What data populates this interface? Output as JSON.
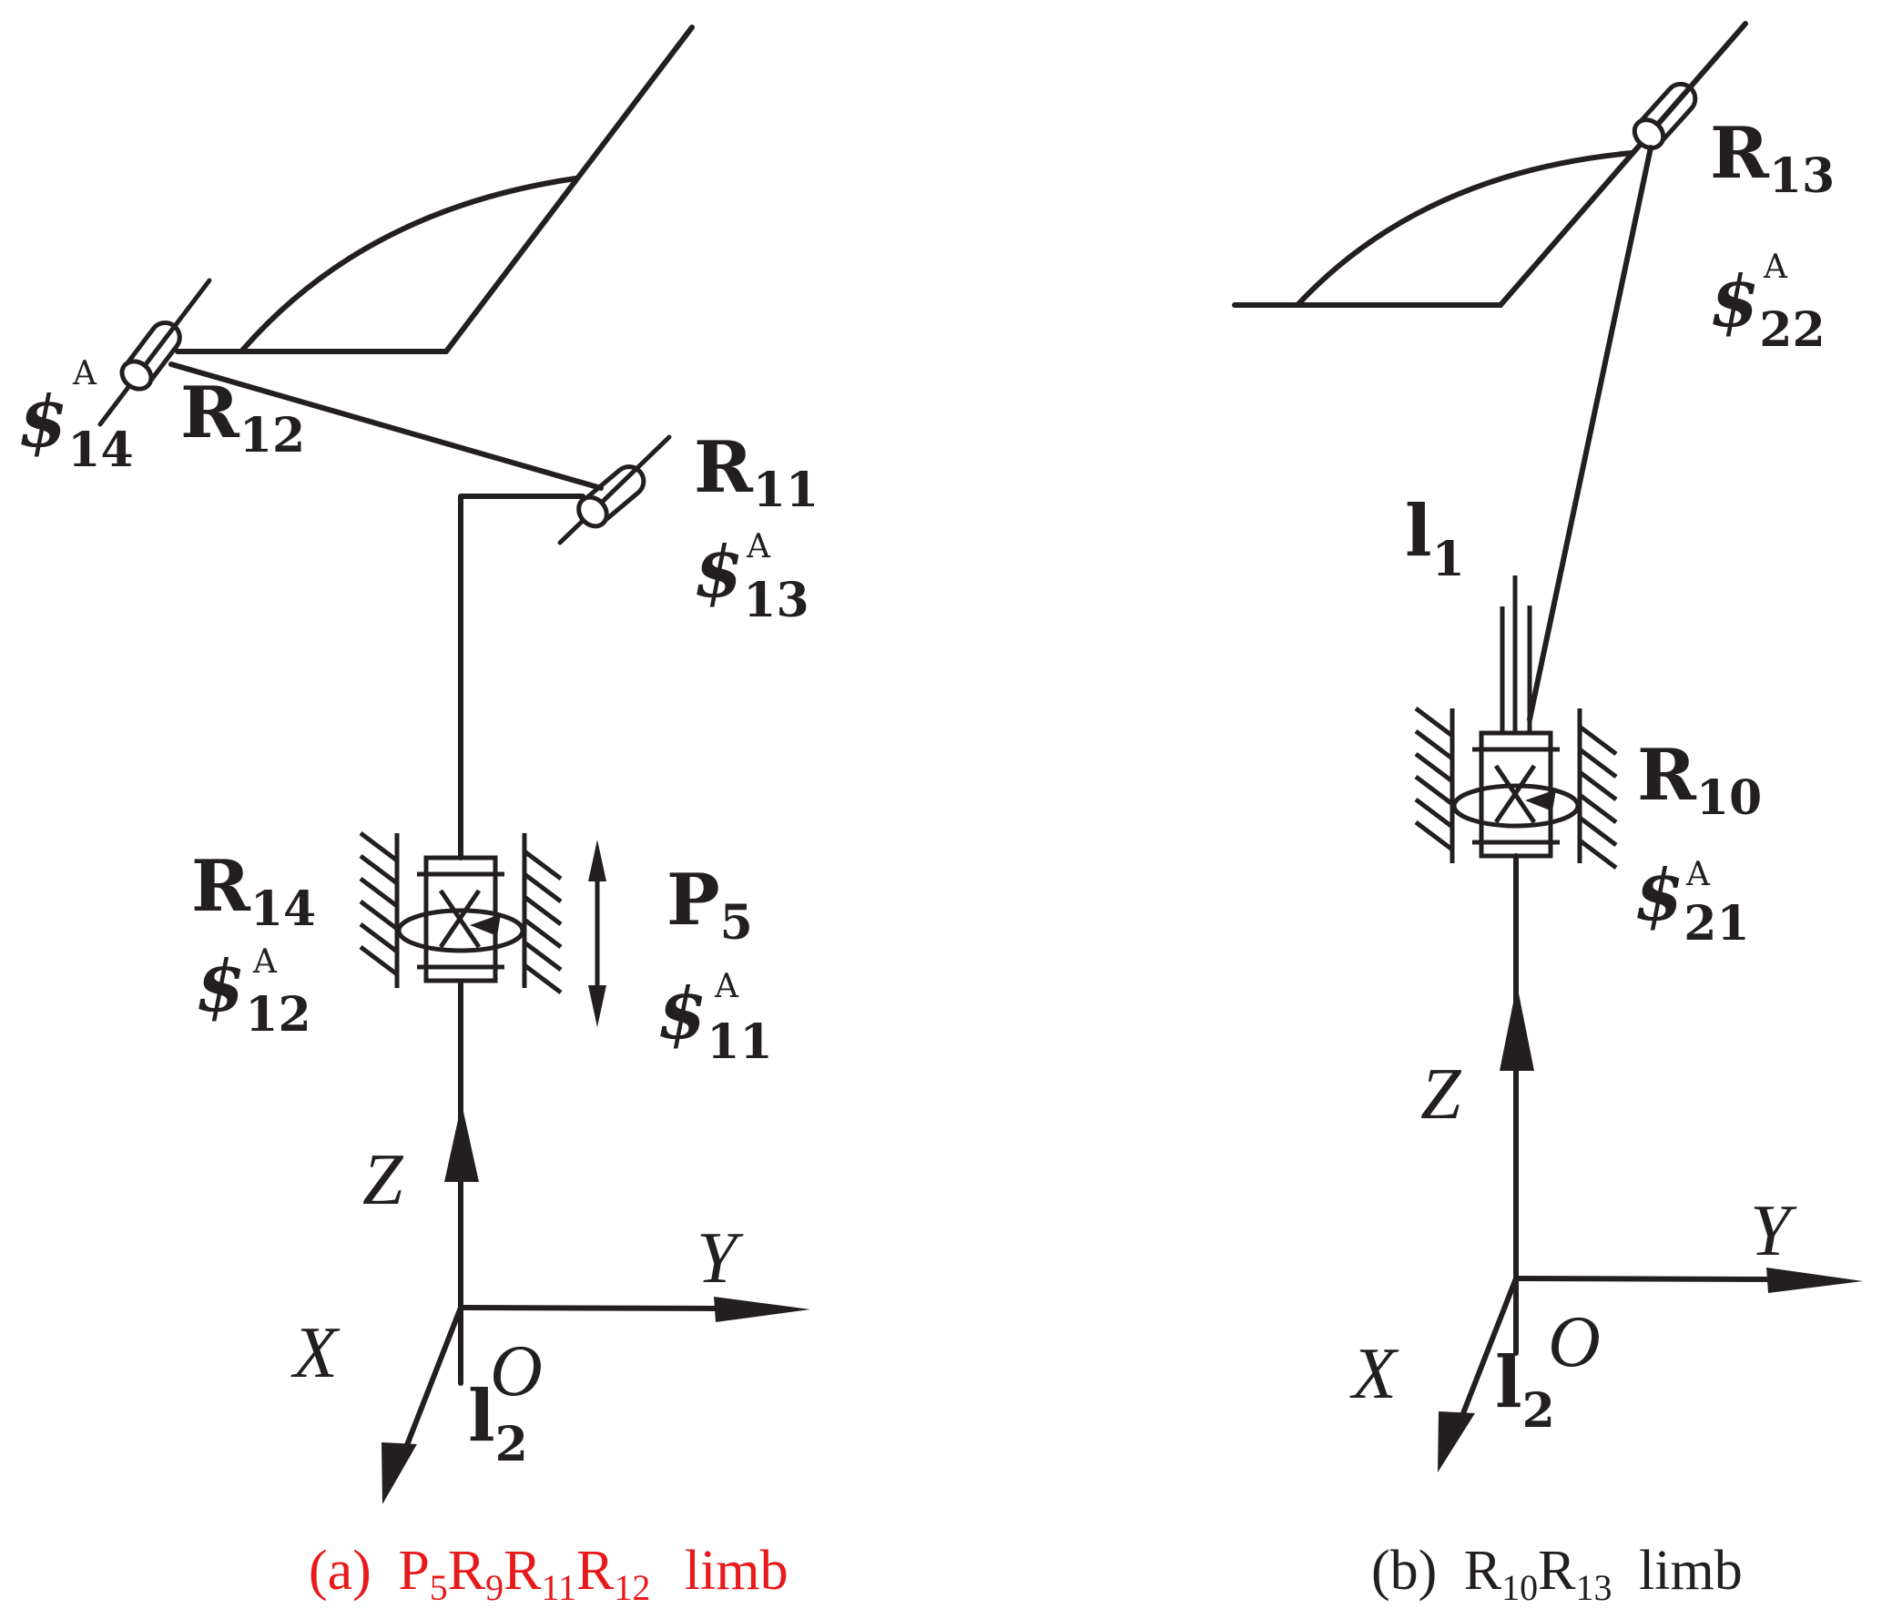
{
  "figure": {
    "panel_a": {
      "caption": {
        "prefix": "(a)",
        "parts": [
          [
            "P",
            "5"
          ],
          [
            "R",
            "9"
          ],
          [
            "R",
            "11"
          ],
          [
            "R",
            "12"
          ]
        ],
        "suffix": "limb",
        "color": "#e8191a"
      },
      "labels": {
        "r12": {
          "base": "R",
          "sub": "12"
        },
        "s14": {
          "base": "$",
          "sub": "14",
          "sup": "A"
        },
        "r11": {
          "base": "R",
          "sub": "11"
        },
        "s13": {
          "base": "$",
          "sub": "13",
          "sup": "A"
        },
        "r14": {
          "base": "R",
          "sub": "14"
        },
        "s12": {
          "base": "$",
          "sub": "12",
          "sup": "A"
        },
        "p5": {
          "base": "P",
          "sub": "5"
        },
        "s11": {
          "base": "$",
          "sub": "11",
          "sup": "A"
        },
        "l2": {
          "base": "l",
          "sub": "2"
        }
      },
      "axes": {
        "x": "X",
        "y": "Y",
        "z": "Z",
        "origin": "O"
      }
    },
    "panel_b": {
      "caption": {
        "prefix": "(b)",
        "parts": [
          [
            "R",
            "10"
          ],
          [
            "R",
            "13"
          ]
        ],
        "suffix": "limb",
        "color": "#231f20"
      },
      "labels": {
        "r13": {
          "base": "R",
          "sub": "13"
        },
        "s22": {
          "base": "$",
          "sub": "22",
          "sup": "A"
        },
        "l1": {
          "base": "l",
          "sub": "1"
        },
        "r10": {
          "base": "R",
          "sub": "10"
        },
        "s21": {
          "base": "$",
          "sub": "21",
          "sup": "A"
        },
        "l2": {
          "base": "l",
          "sub": "2"
        }
      },
      "axes": {
        "x": "X",
        "y": "Y",
        "z": "Z",
        "origin": "O"
      }
    }
  }
}
